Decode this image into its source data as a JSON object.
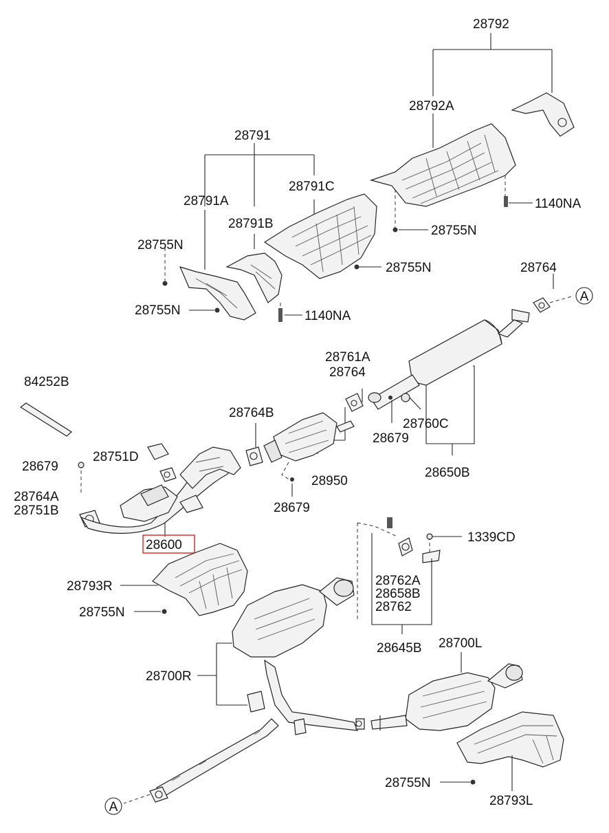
{
  "labels": {
    "l28792": "28792",
    "l28792A": "28792A",
    "l28791": "28791",
    "l28791A": "28791A",
    "l28791B": "28791B",
    "l28791C": "28791C",
    "l28755N_a": "28755N",
    "l28755N_b": "28755N",
    "l28755N_c": "28755N",
    "l28755N_d": "28755N",
    "l28755N_e": "28755N",
    "l28755N_f": "28755N",
    "l1140NA_a": "1140NA",
    "l1140NA_b": "1140NA",
    "l28764_a": "28764",
    "l28761A": "28761A",
    "l28764_b": "28764",
    "l84252B": "84252B",
    "l28764B": "28764B",
    "l28760C": "28760C",
    "l28679_a": "28679",
    "l28679_b": "28679",
    "l28679_c": "28679",
    "l28751D": "28751D",
    "l28950": "28950",
    "l28650B": "28650B",
    "l28764A": "28764A",
    "l28751B": "28751B",
    "l28600": "28600",
    "l1339CD": "1339CD",
    "l28762A": "28762A",
    "l28658B": "28658B",
    "l28762": "28762",
    "l28793R": "28793R",
    "l28645B": "28645B",
    "l28700L": "28700L",
    "l28700R": "28700R",
    "l28793L": "28793L",
    "refA_top": "A",
    "refA_bottom": "A"
  },
  "highlight": {
    "part": "28600",
    "color": "#e23b3b"
  }
}
